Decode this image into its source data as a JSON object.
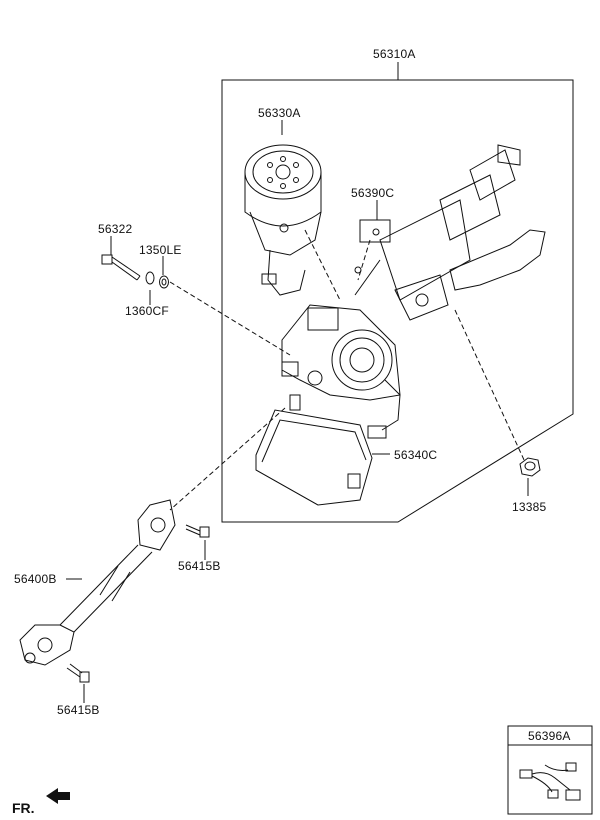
{
  "labels": {
    "assembly": "56310A",
    "motor": "56330A",
    "lock_body": "56390C",
    "bolt": "56322",
    "washer_a": "1350LE",
    "washer_b": "1360CF",
    "module": "56340C",
    "nut": "13385",
    "shaft": "56400B",
    "bolt_upper": "56415B",
    "bolt_lower": "56415B",
    "harness": "56396A"
  },
  "direction": "FR."
}
